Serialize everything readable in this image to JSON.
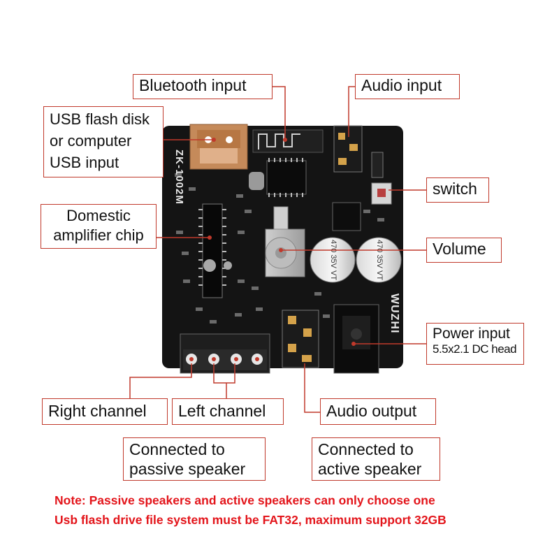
{
  "board": {
    "model": "ZK-1002M",
    "brand": "WUZHI",
    "capacitor_text": "470 35V VT"
  },
  "labels": {
    "bluetooth_input": "Bluetooth input",
    "audio_input": "Audio input",
    "usb_line1": "USB flash disk",
    "usb_line2": "or computer",
    "usb_line3": "USB input",
    "chip_line1": "Domestic",
    "chip_line2": "amplifier chip",
    "switch": "switch",
    "volume": "Volume",
    "power_line1": "Power input",
    "power_line2": "5.5x2.1 DC head",
    "right_channel": "Right channel",
    "left_channel": "Left channel",
    "audio_output": "Audio output",
    "passive_line1": "Connected to",
    "passive_line2": "passive speaker",
    "active_line1": "Connected to",
    "active_line2": "active speaker"
  },
  "notes": {
    "line1": "Note: Passive speakers and active speakers can only choose one",
    "line2": "Usb flash drive file system must be FAT32, maximum support 32GB"
  },
  "colors": {
    "callout_border": "#c0392b",
    "note_text": "#e3151b",
    "pcb": "#141414"
  }
}
